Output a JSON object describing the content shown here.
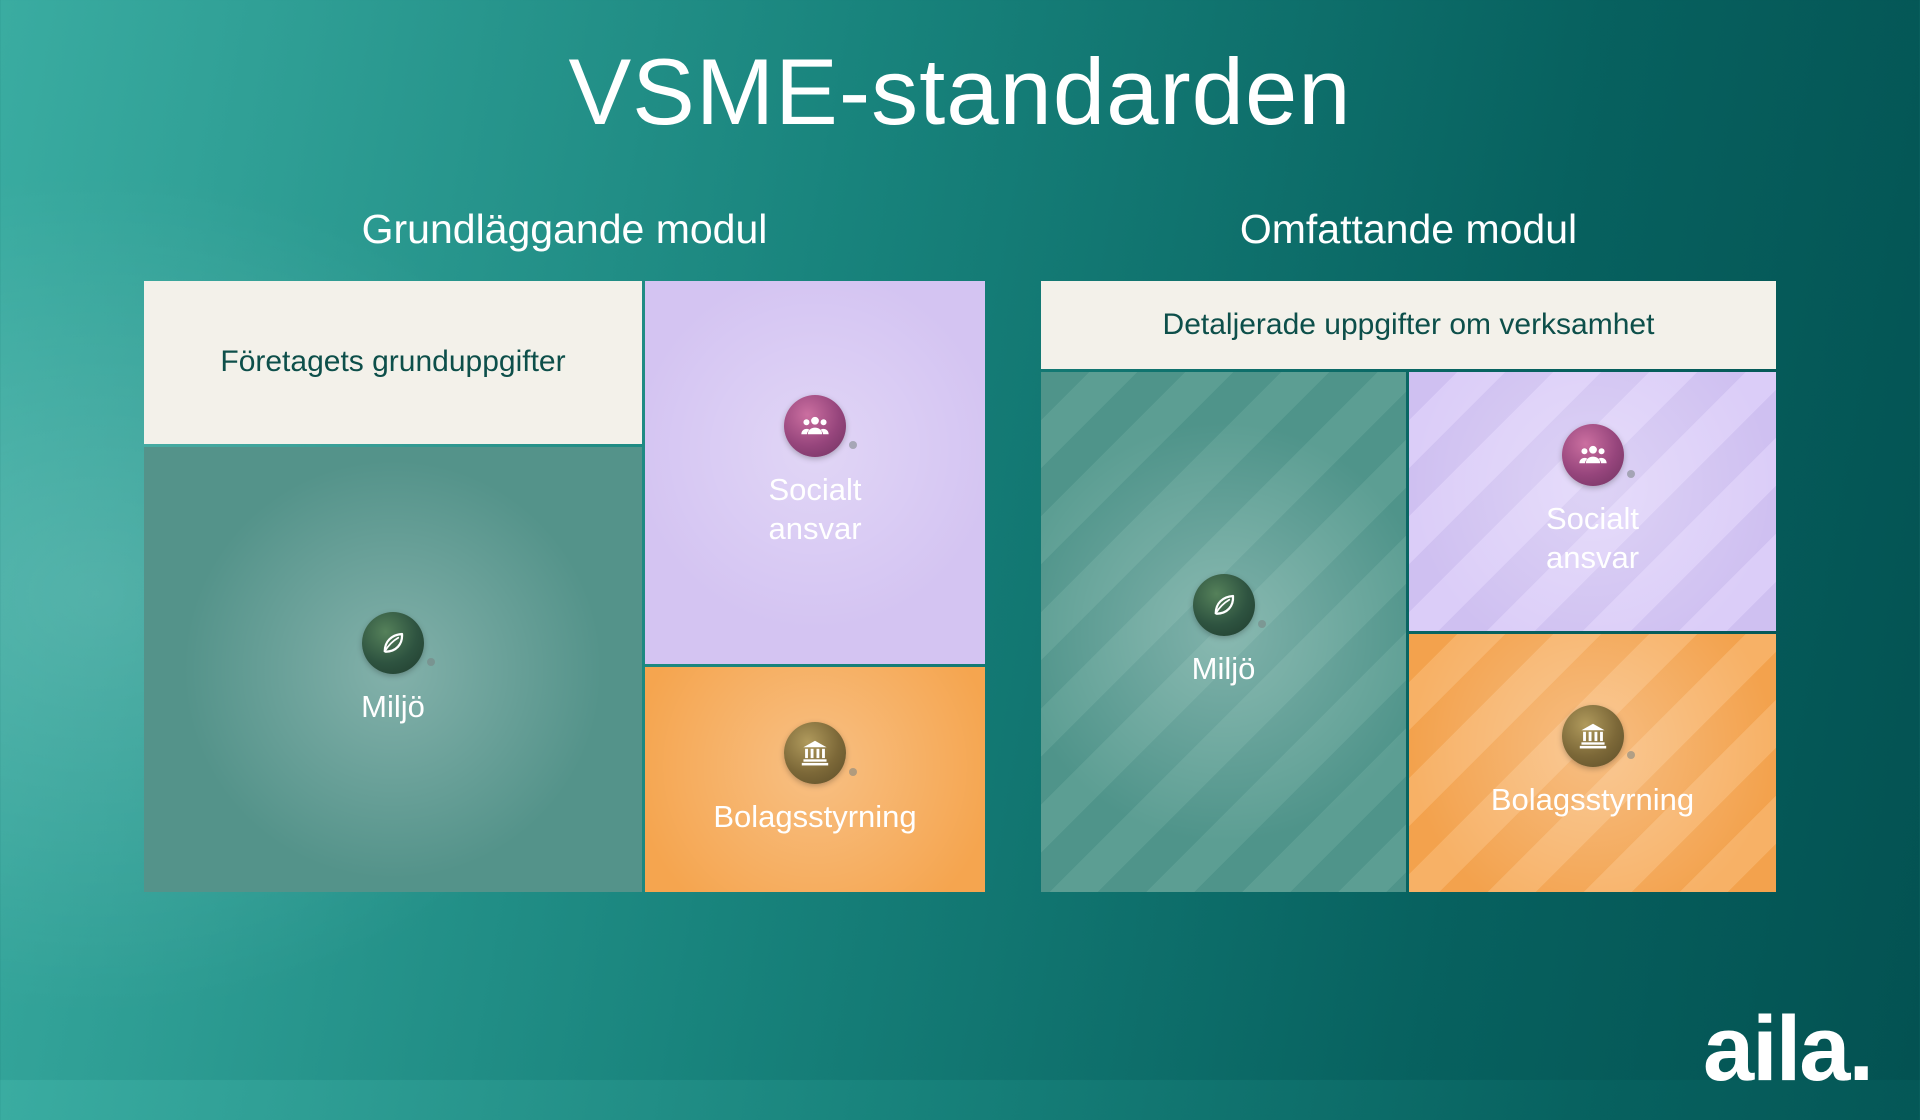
{
  "title": "VSME-standarden",
  "logo_text": "aila.",
  "modules": [
    {
      "heading": "Grundläggande modul",
      "info_box": "Företagets grunduppgifter",
      "cells": {
        "miljo": {
          "label": "Miljö",
          "icon": "leaf-icon"
        },
        "socialt": {
          "label": "Socialt ansvar",
          "icon": "people-icon"
        },
        "bolagsstyrning": {
          "label": "Bolagsstyrning",
          "icon": "bank-icon"
        }
      }
    },
    {
      "heading": "Omfattande modul",
      "info_box": "Detaljerade uppgifter om verksamhet",
      "cells": {
        "miljo": {
          "label": "Miljö",
          "icon": "leaf-icon"
        },
        "socialt": {
          "label": "Socialt ansvar",
          "icon": "people-icon"
        },
        "bolagsstyrning": {
          "label": "Bolagsstyrning",
          "icon": "bank-icon"
        }
      }
    }
  ],
  "colors": {
    "background_light": "#3aaca1",
    "background_dark": "#035252",
    "cream_panel": "#f3f1ea",
    "teal_panel": "#54938a",
    "purple_panel": "#d4c4f2",
    "orange_panel": "#f5a54f",
    "dark_teal_text": "#0d4f4a",
    "white_text": "#ffffff"
  }
}
